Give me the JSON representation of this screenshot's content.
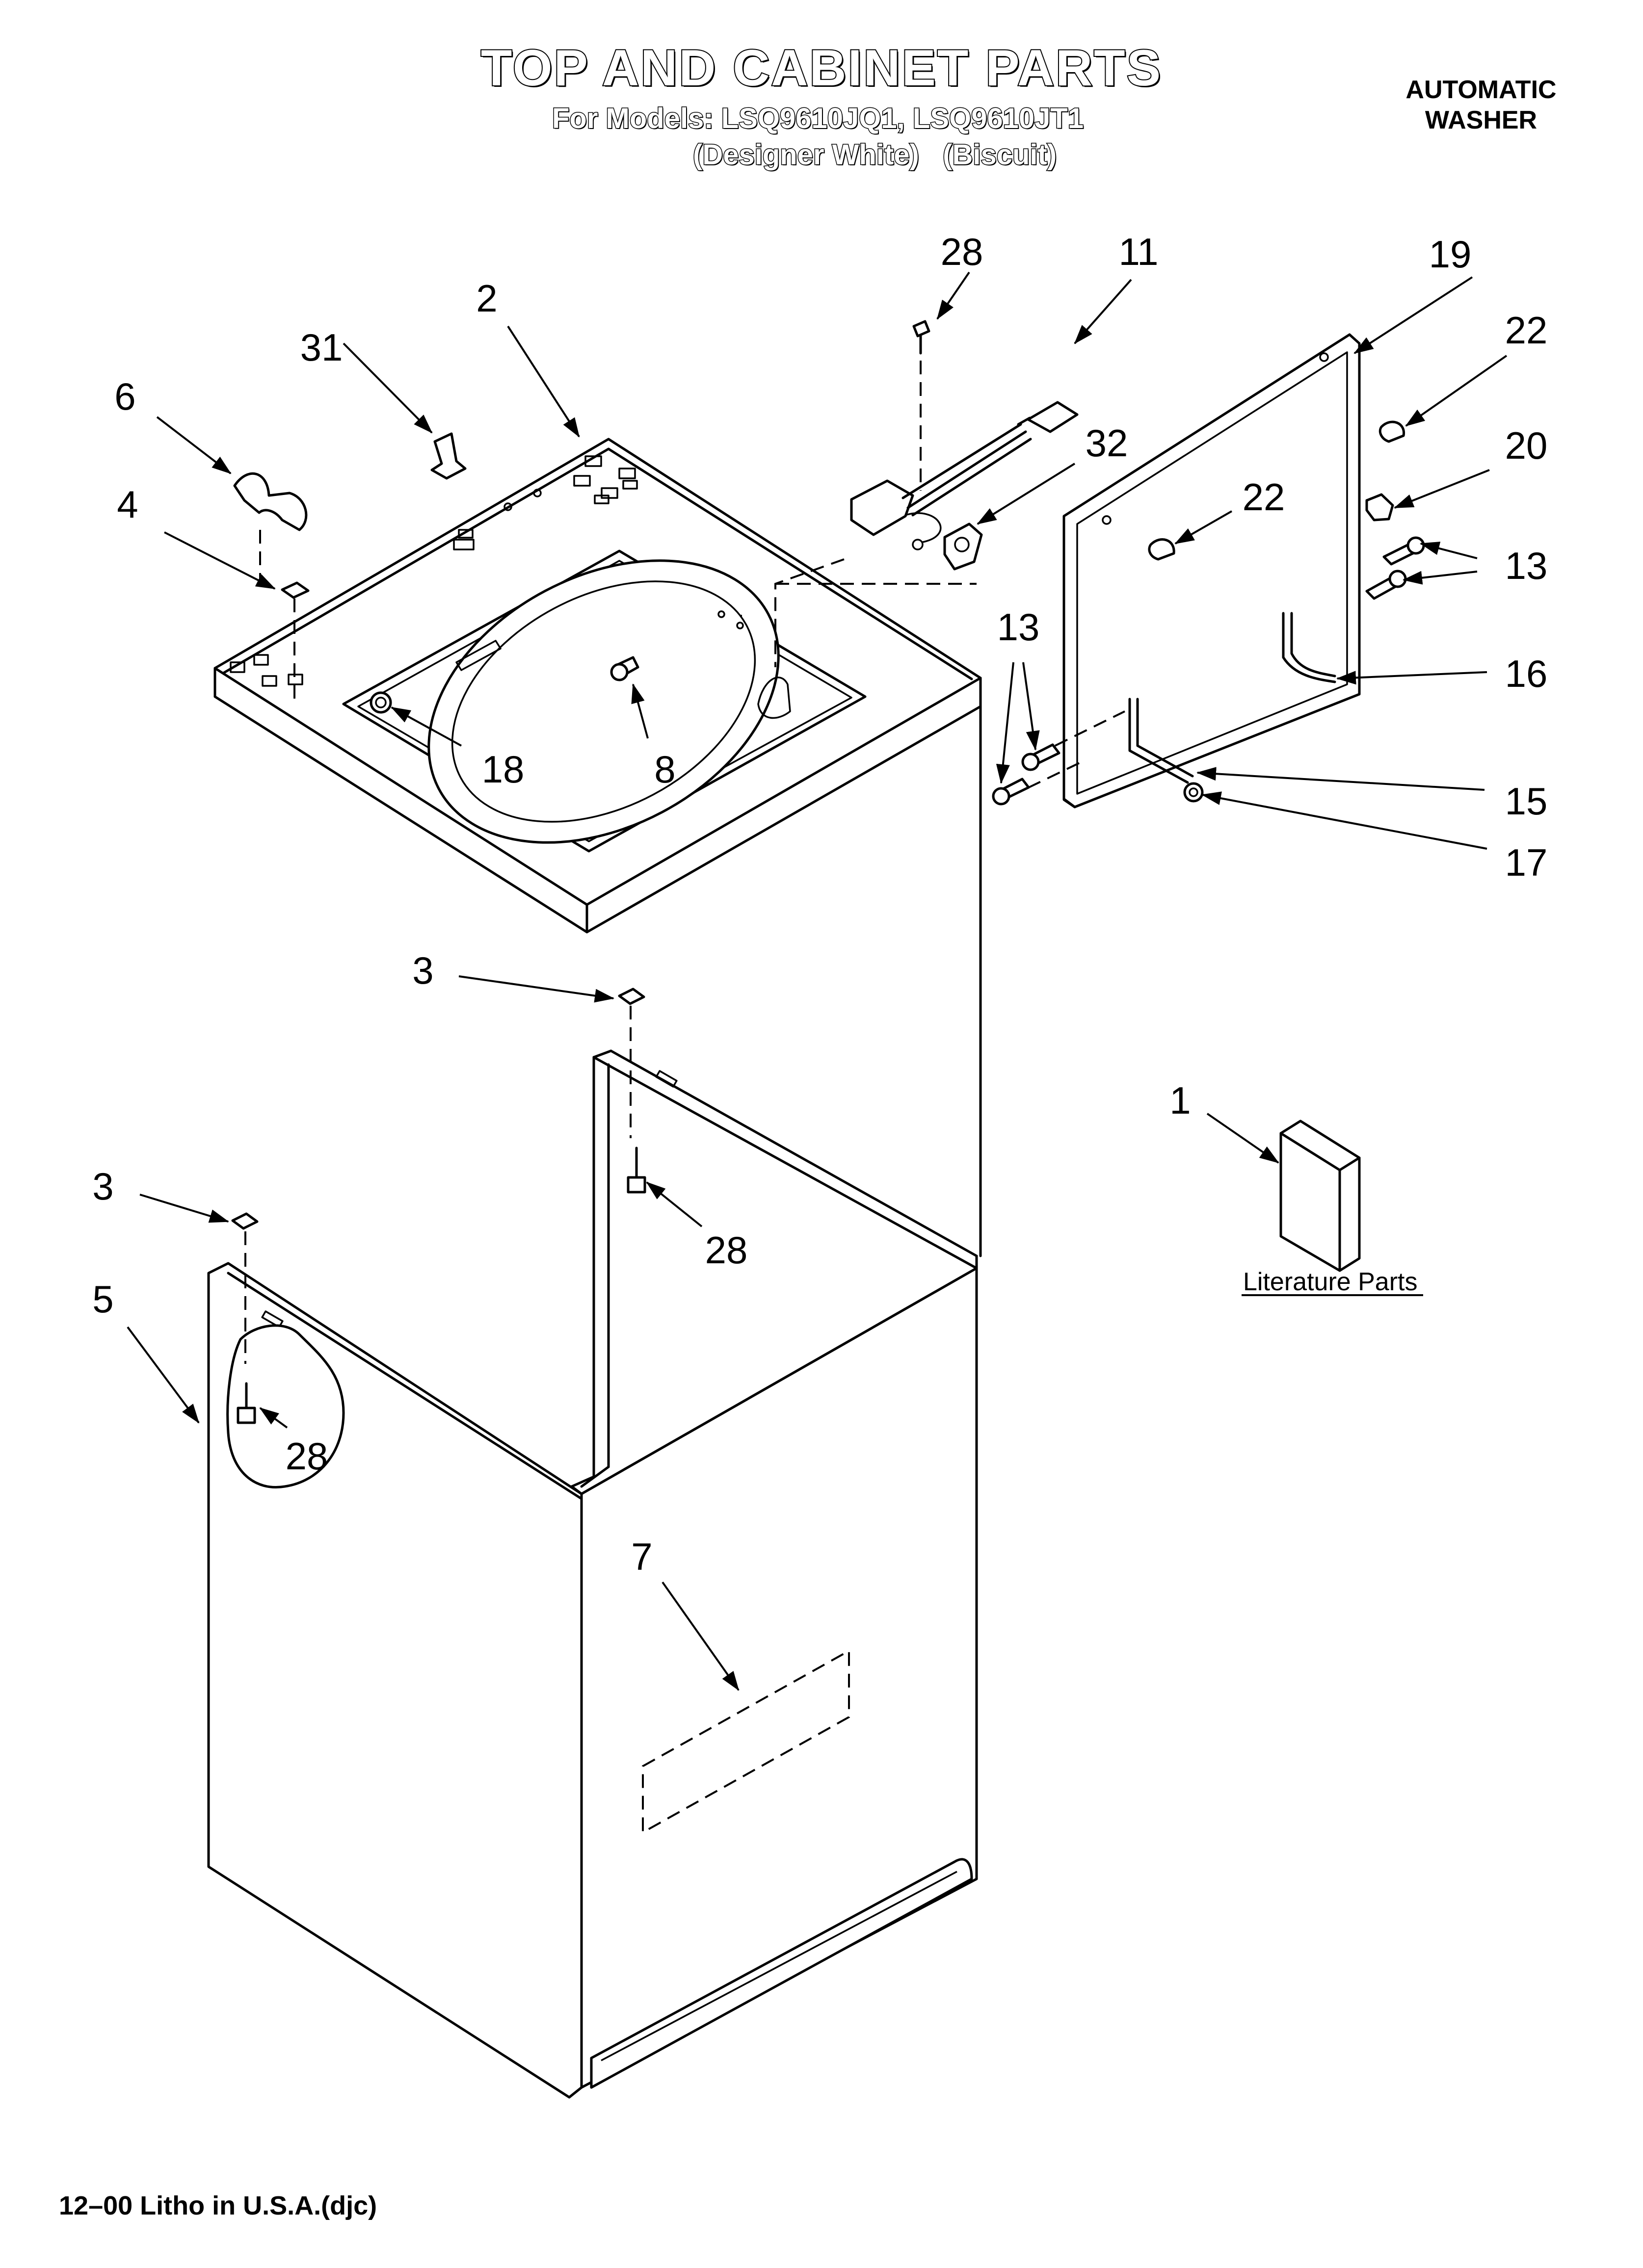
{
  "header": {
    "title": "TOP AND CABINET PARTS",
    "models_line": "For Models: LSQ9610JQ1, LSQ9610JT1",
    "colors_line": "(Designer White)   (Biscuit)",
    "product_line1": "AUTOMATIC",
    "product_line2": "WASHER"
  },
  "callouts": [
    {
      "id": "c28a",
      "label": "28"
    },
    {
      "id": "c11",
      "label": "11"
    },
    {
      "id": "c19",
      "label": "19"
    },
    {
      "id": "c2",
      "label": "2"
    },
    {
      "id": "c31",
      "label": "31"
    },
    {
      "id": "c6",
      "label": "6"
    },
    {
      "id": "c22a",
      "label": "22"
    },
    {
      "id": "c20",
      "label": "20"
    },
    {
      "id": "c32",
      "label": "32"
    },
    {
      "id": "c22b",
      "label": "22"
    },
    {
      "id": "c4",
      "label": "4"
    },
    {
      "id": "c13a",
      "label": "13"
    },
    {
      "id": "c13b",
      "label": "13"
    },
    {
      "id": "c16",
      "label": "16"
    },
    {
      "id": "c18",
      "label": "18"
    },
    {
      "id": "c8",
      "label": "8"
    },
    {
      "id": "c15",
      "label": "15"
    },
    {
      "id": "c17",
      "label": "17"
    },
    {
      "id": "c3a",
      "label": "3"
    },
    {
      "id": "c1",
      "label": "1"
    },
    {
      "id": "c3b",
      "label": "3"
    },
    {
      "id": "c28b",
      "label": "28"
    },
    {
      "id": "c5",
      "label": "5"
    },
    {
      "id": "c28c",
      "label": "28"
    },
    {
      "id": "c7",
      "label": "7"
    }
  ],
  "literature": {
    "label": "Literature Parts"
  },
  "footer": {
    "text": "12–00 Litho in U.S.A.(djc)"
  }
}
